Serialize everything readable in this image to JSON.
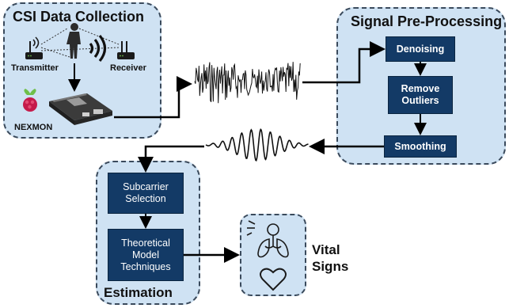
{
  "panels": {
    "csi": {
      "title": "CSI Data Collection"
    },
    "preprocessing": {
      "title": "Signal Pre-Processing"
    },
    "estimation": {
      "title": "Estimation"
    }
  },
  "csi_labels": {
    "transmitter": "Transmitter",
    "receiver": "Receiver",
    "nexmon": "NEXMON"
  },
  "preprocessing_steps": [
    {
      "label": "Denoising"
    },
    {
      "label": "Remove\nOutliers"
    },
    {
      "label": "Smoothing"
    }
  ],
  "estimation_steps": [
    {
      "label": "Subcarrier\nSelection"
    },
    {
      "label": "Theoretical\nModel\nTechniques"
    }
  ],
  "output": {
    "label": "Vital\nSigns"
  },
  "colors": {
    "panel_fill": "#cfe2f3",
    "step_fill": "#133a66",
    "raspberry": "#c51a4a",
    "arrow": "#000000"
  }
}
